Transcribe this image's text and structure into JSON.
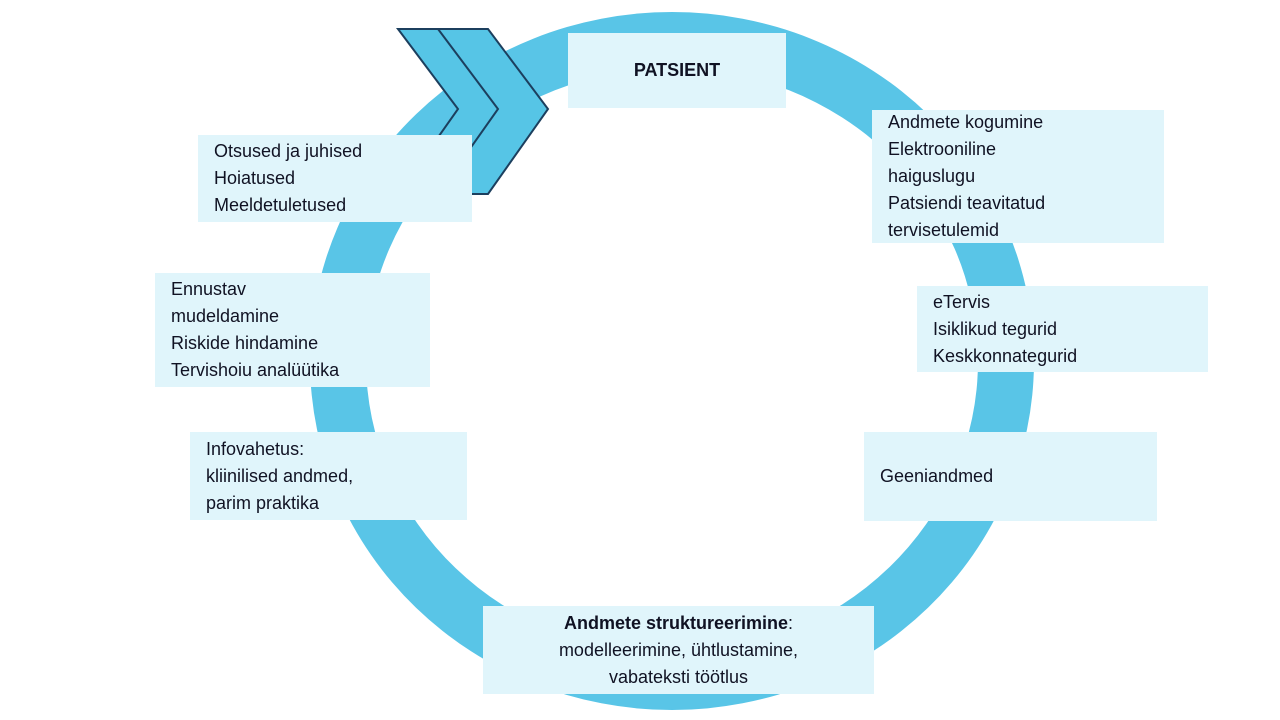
{
  "colors": {
    "ring": "#59c5e7",
    "node_background": "#e0f5fb",
    "arrow_fill": "#56c5e6",
    "arrow_stroke": "#1c3f5e",
    "text": "#101223"
  },
  "diagram": {
    "type": "cycle",
    "direction": "clockwise",
    "nodes": {
      "patsient": {
        "text": "PATSIENT"
      },
      "andmete_kogumine": {
        "text": "Andmete kogumine\nElektrooniline\nhaiguslugu\nPatsiendi teavitatud\ntervisetulemid"
      },
      "etervis": {
        "text": "eTervis\nIsiklikud tegurid\nKeskkonnategurid"
      },
      "geeniandmed": {
        "text": "Geeniandmed"
      },
      "struktureerimine": {
        "title": "Andmete struktureerimine",
        "rest": ":\nmodelleerimine, ühtlustamine,\nvabateksti töötlus"
      },
      "infovahetus": {
        "text": "Infovahetus:\nkliinilised andmed,\nparim praktika"
      },
      "ennustav": {
        "text": "Ennustav\nmudeldamine\nRiskide hindamine\nTervishoiu analüütika"
      },
      "otsused": {
        "text": "Otsused ja juhised\nHoiatused\nMeeldetuletused"
      }
    }
  }
}
